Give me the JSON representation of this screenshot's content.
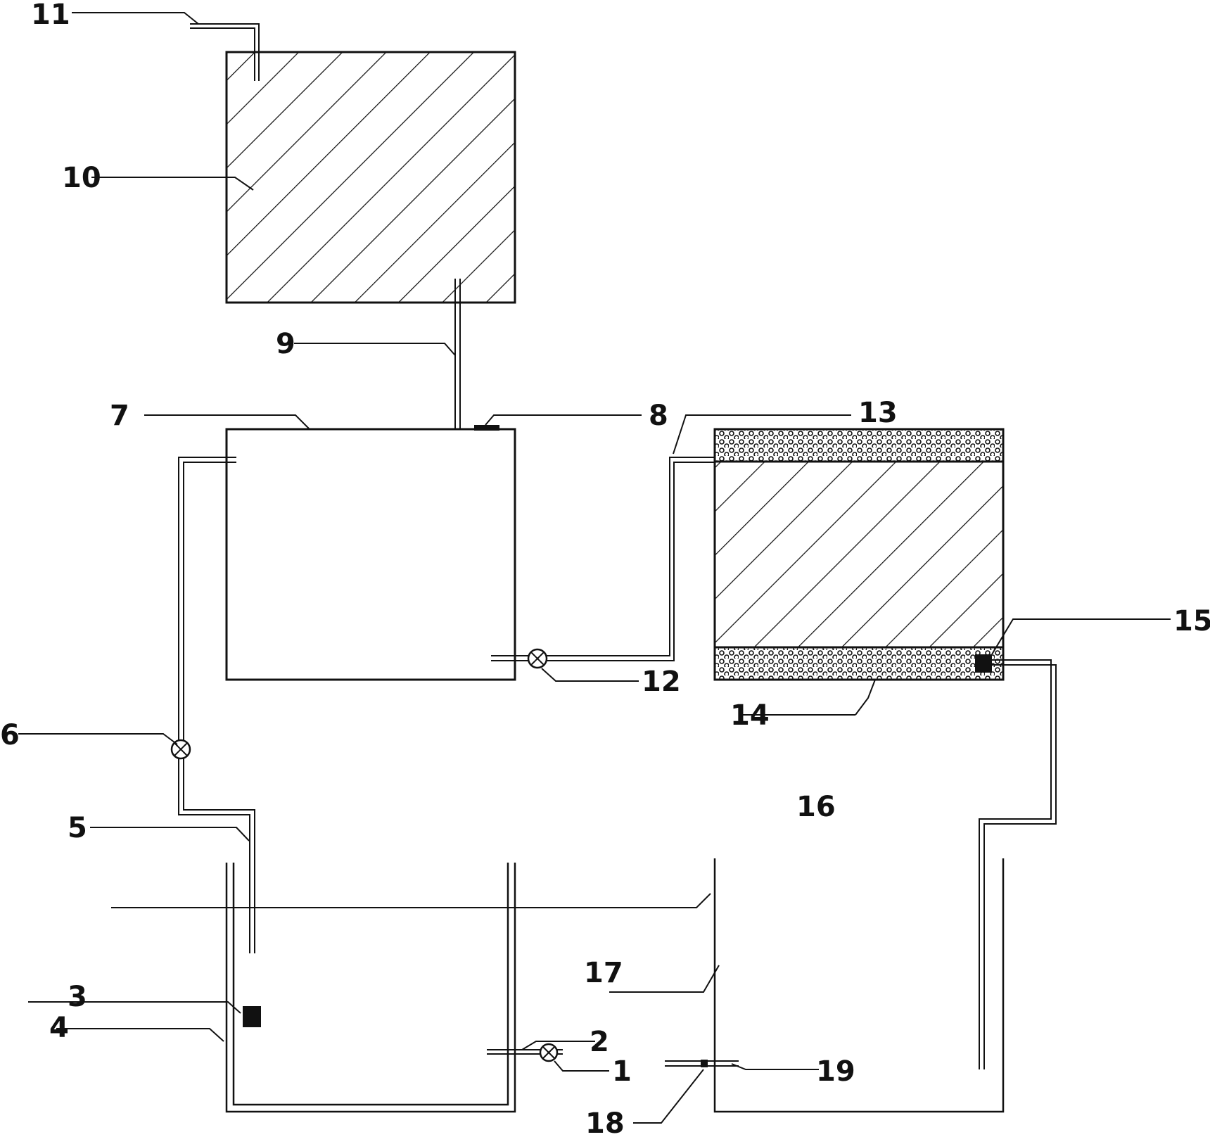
{
  "labels": {
    "l1": "1",
    "l2": "2",
    "l3": "3",
    "l4": "4",
    "l5": "5",
    "l6": "6",
    "l7": "7",
    "l8": "8",
    "l9": "9",
    "l10": "10",
    "l11": "11",
    "l12": "12",
    "l13": "13",
    "l14": "14",
    "l15": "15",
    "l16": "16",
    "l17": "17",
    "l18": "18",
    "l19": "19"
  },
  "style": {
    "line_color": "#111111",
    "background": "#ffffff",
    "hatch": "diagonal",
    "filter_layer": "dotted"
  }
}
